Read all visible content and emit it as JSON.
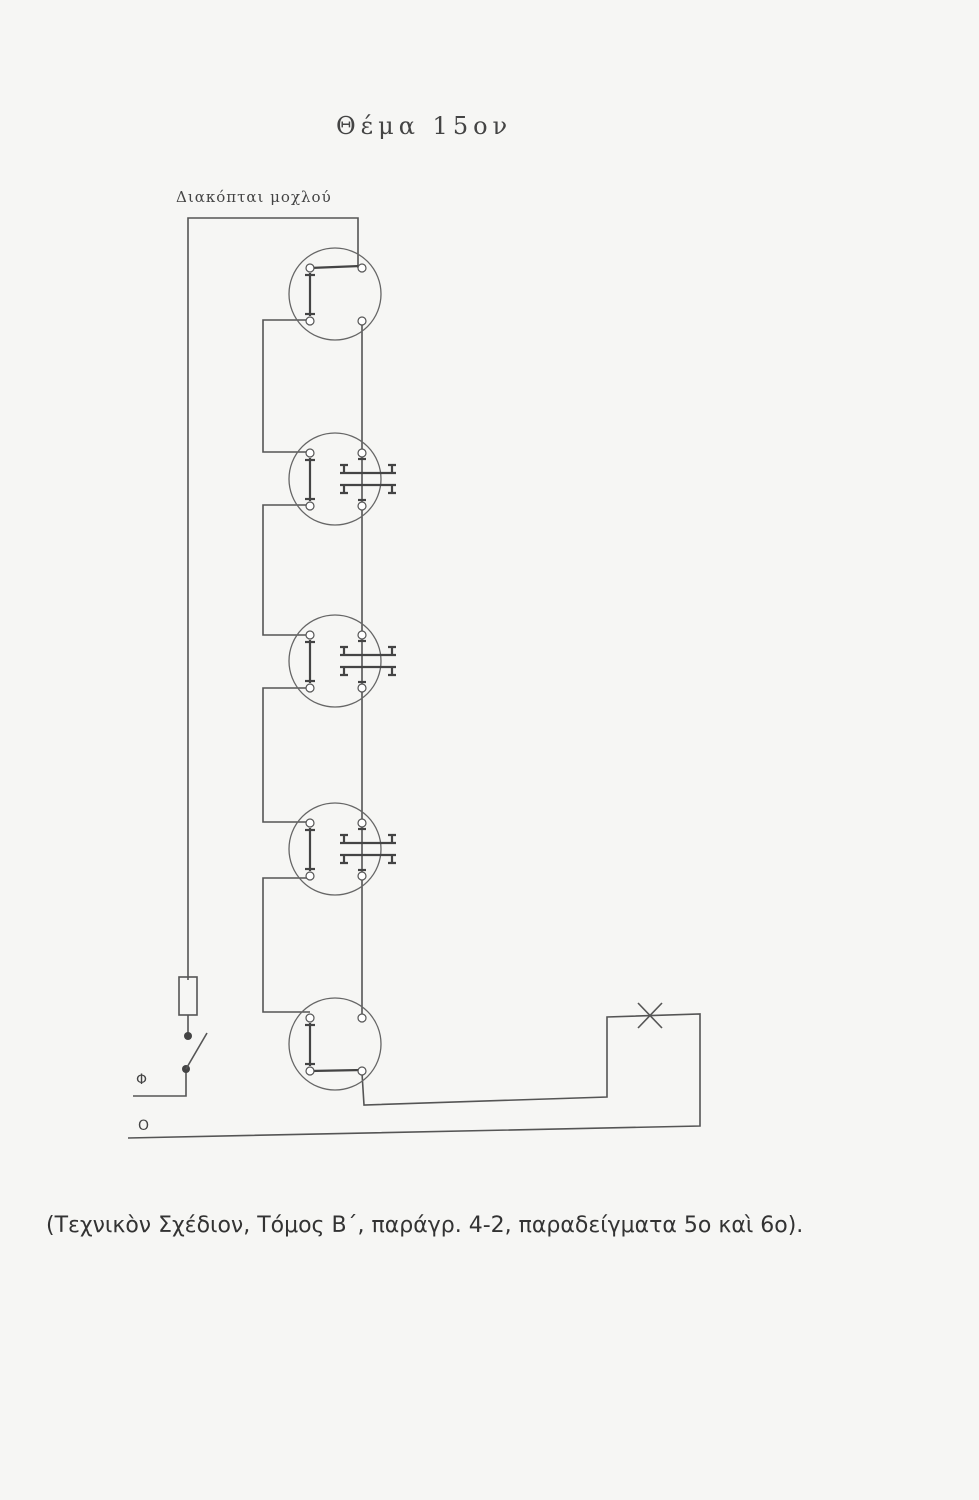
{
  "title": "Θέμα 15ον",
  "diagram": {
    "switch_label": "Διακόπται μοχλού",
    "phase_label": "Φ",
    "neutral_label": "Ο",
    "switch_count": 5
  },
  "caption": "(Τεχνικὸν Σχέδιον, Τόμος Β΄, παράγρ. 4-2, παραδείγματα 5ο καὶ 6ο)."
}
